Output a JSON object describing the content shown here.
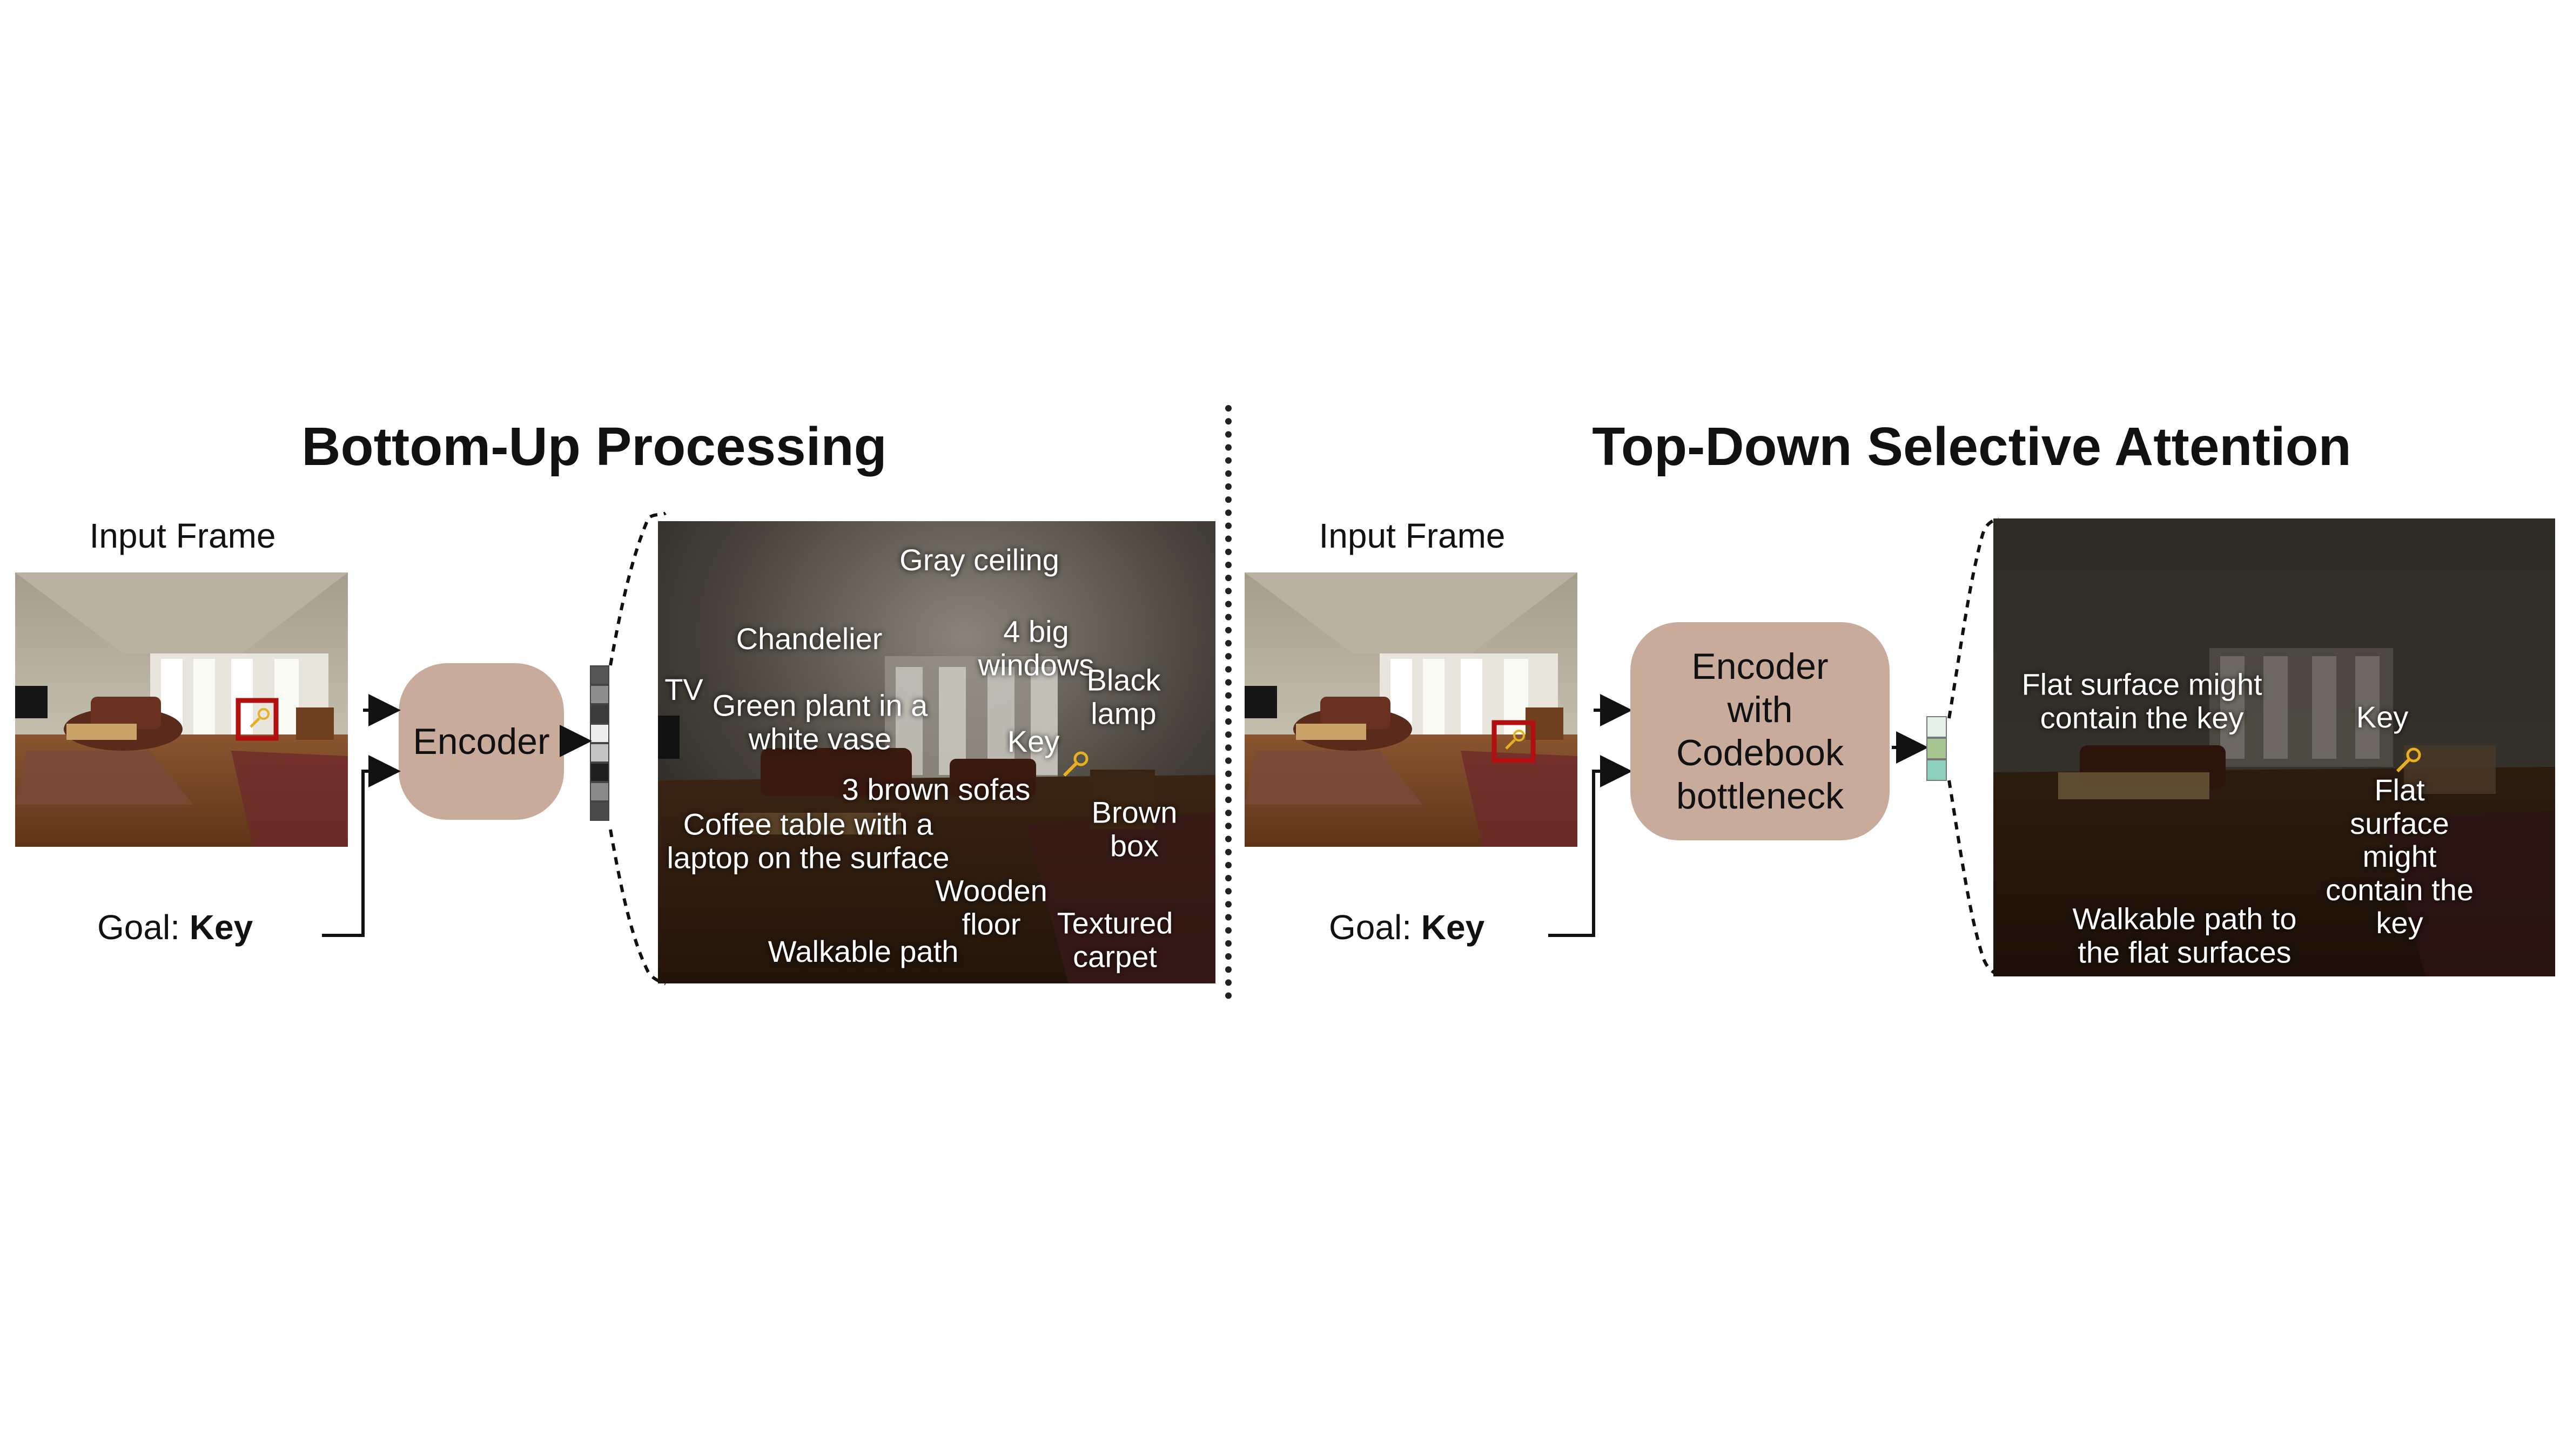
{
  "left": {
    "title": "Bottom-Up Processing",
    "input_label": "Input Frame",
    "goal_prefix": "Goal: ",
    "goal_value": "Key",
    "encoder_label": "Encoder",
    "annotations": [
      "Gray ceiling",
      "Chandelier",
      "4 big windows",
      "TV",
      "Green plant in a\nwhite vase",
      "Black lamp",
      "Key",
      "3 brown sofas",
      "Coffee table with a\nlaptop on the surface",
      "Brown box",
      "Wooden\nfloor",
      "Textured\ncarpet",
      "Walkable path"
    ],
    "feature_colors": [
      "#555555",
      "#8e8e8e",
      "#3a3a3a",
      "#ededed",
      "#c4c4c4",
      "#1e1e1e",
      "#8a8a8a",
      "#4a4a4a"
    ]
  },
  "right": {
    "title": "Top-Down Selective Attention",
    "input_label": "Input Frame",
    "goal_prefix": "Goal: ",
    "goal_value": "Key",
    "encoder_label": "Encoder\nwith\nCodebook\nbottleneck",
    "annotations": [
      "Flat surface might\ncontain the key",
      "Key",
      "Flat surface might\ncontain the key",
      "Walkable path to\nthe flat surfaces"
    ],
    "feature_colors": [
      "#e4f1ea",
      "#a6c48f",
      "#8fcfbd"
    ]
  },
  "colors": {
    "encoder": "#c9ab9c",
    "highlight_box": "#b01010",
    "key": "#e8b020"
  }
}
